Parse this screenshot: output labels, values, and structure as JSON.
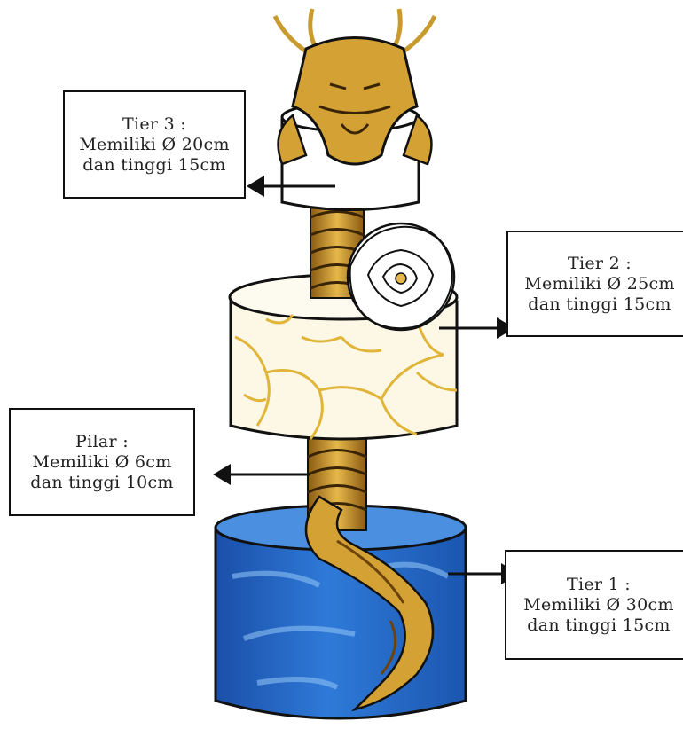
{
  "labels": {
    "tier3": {
      "title": "Tier 3 :",
      "line1": "Memiliki Ø 20cm",
      "line2": "dan tinggi 15cm"
    },
    "tier2": {
      "title": "Tier 2 :",
      "line1": "Memiliki Ø 25cm",
      "line2": "dan tinggi 15cm"
    },
    "pilar": {
      "title": "Pilar :",
      "line1": "Memiliki Ø 6cm",
      "line2": "dan tinggi 10cm"
    },
    "tier1": {
      "title": "Tier 1 :",
      "line1": "Memiliki Ø 30cm",
      "line2": "dan tinggi 15cm"
    }
  },
  "colors": {
    "gold": "#d8a93a",
    "gold_dark": "#8a5a12",
    "blue": "#1f66c4",
    "blue_light": "#5aa0ea",
    "crackle": "#e0b53a",
    "cream": "#fdf8e6"
  },
  "icons": {
    "topper": "dragon-head-icon",
    "flower": "peony-flower-icon",
    "arrows": "arrow-left-icon / arrow-right-icon"
  }
}
